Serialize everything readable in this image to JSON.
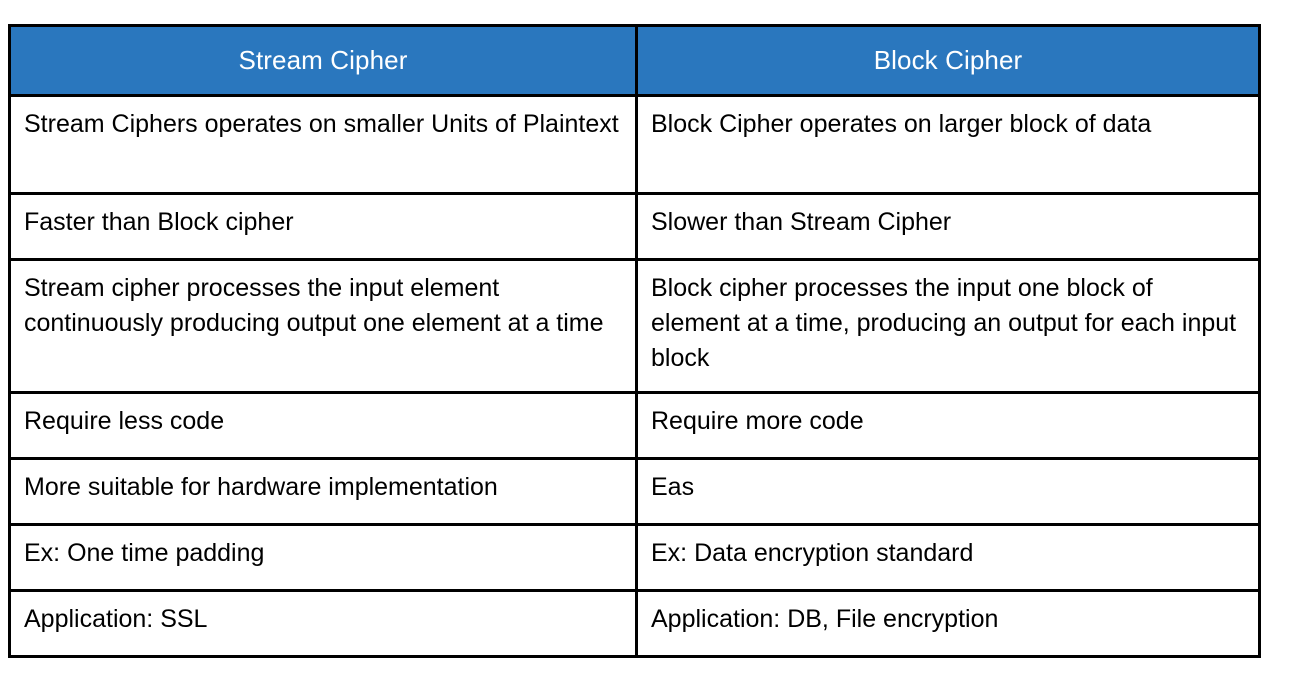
{
  "document": {
    "type": "comparison-table",
    "title_present": false,
    "background_color": "#ffffff"
  },
  "table": {
    "header_background_color": "#2a77be",
    "header_text_color": "#ffffff",
    "border_color": "#000000",
    "body_text_color": "#000000",
    "columns": [
      {
        "key": "stream",
        "label": "Stream Cipher"
      },
      {
        "key": "block",
        "label": "Block Cipher"
      }
    ],
    "rows": [
      {
        "stream": "Stream Ciphers operates on smaller Units of Plaintext",
        "block": "Block Cipher operates on larger block of data"
      },
      {
        "stream": "Faster than Block cipher",
        "block": "Slower than Stream Cipher"
      },
      {
        "stream": "Stream cipher processes the input element continuously producing output one element at a time",
        "block": "Block cipher processes the input one block of element at a time, producing an output for each input block"
      },
      {
        "stream": "Require less code",
        "block": "Require more code"
      },
      {
        "stream": "More suitable for hardware implementation",
        "block": "Eas"
      },
      {
        "stream": "Ex: One time padding",
        "block": "Ex: Data encryption standard"
      },
      {
        "stream": "Application: SSL",
        "block": "Application: DB, File encryption"
      }
    ]
  }
}
